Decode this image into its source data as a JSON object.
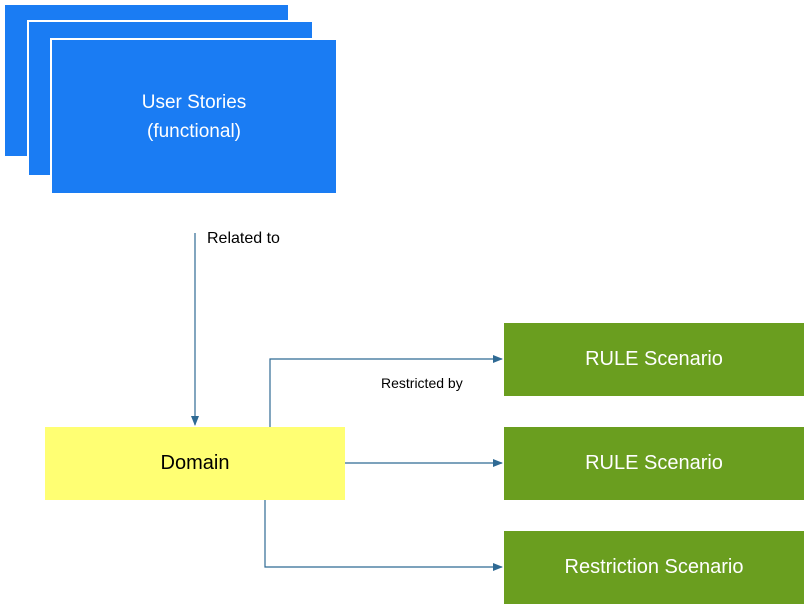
{
  "colors": {
    "blue": "#1a7cf3",
    "green": "#6a9e1f",
    "yellow": "#ffff73",
    "arrow": "#2f6a94"
  },
  "user_stories": {
    "line1": "User Stories",
    "line2": "(functional)"
  },
  "domain": {
    "label": "Domain"
  },
  "scenarios": [
    {
      "label": "RULE Scenario"
    },
    {
      "label": "RULE Scenario"
    },
    {
      "label": "Restriction Scenario"
    }
  ],
  "edge_labels": {
    "related_to": "Related to",
    "restricted_by": "Restricted by"
  }
}
